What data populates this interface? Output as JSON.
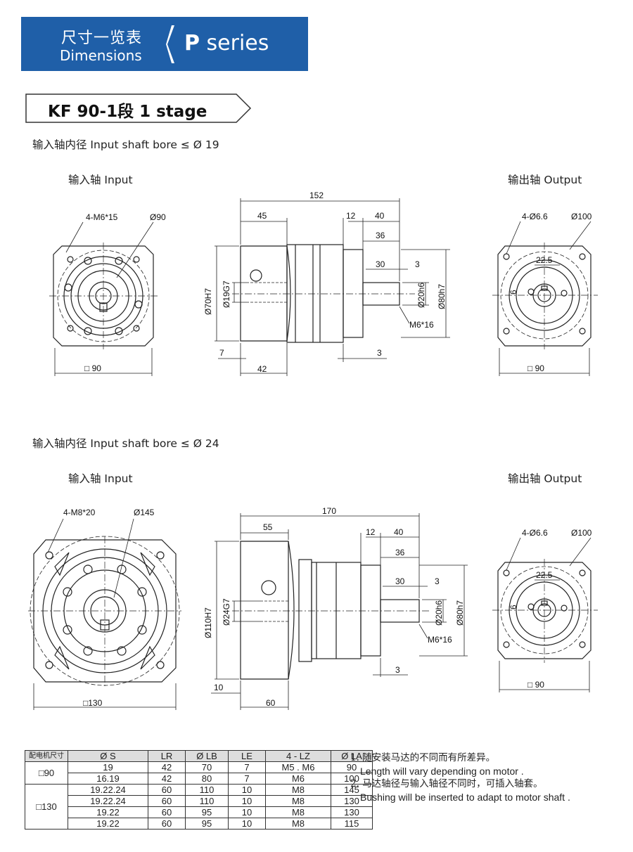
{
  "header": {
    "title_cn": "尺寸一览表",
    "title_en": "Dimensions",
    "series_prefix": "P",
    "series_suffix": " series",
    "color": "#1f5fa8"
  },
  "stage": {
    "label": "KF 90-1段   1 stage"
  },
  "section1": {
    "bore": "输入轴内径 Input shaft bore ≤ Ø 19",
    "input": "输入轴  Input",
    "output": "输出轴  Output",
    "input_view": {
      "thread": "4-M6*15",
      "pcd": "Ø90",
      "square": "□ 90"
    },
    "side": {
      "total": "152",
      "left": "45",
      "d12": "12",
      "d40": "40",
      "d36": "36",
      "d30": "30",
      "d3": "3",
      "d70": "Ø70H7",
      "d19": "Ø19G7",
      "d20": "Ø20h6",
      "d80": "Ø80h7",
      "thread": "M6*16",
      "d7": "7",
      "d42": "42",
      "d3b": "3"
    },
    "output_view": {
      "holes": "4-Ø6.6",
      "pcd": "Ø100",
      "key": "22.5",
      "keyw": "6",
      "square": "□ 90"
    }
  },
  "section2": {
    "bore": "输入轴内径 Input shaft bore ≤ Ø 24",
    "input": "输入轴  Input",
    "output": "输出轴  Output",
    "input_view": {
      "thread": "4-M8*20",
      "pcd": "Ø145",
      "square": "□130"
    },
    "side": {
      "total": "170",
      "left": "55",
      "d12": "12",
      "d40": "40",
      "d36": "36",
      "d30": "30",
      "d3": "3",
      "d110": "Ø110H7",
      "d24": "Ø24G7",
      "d20": "Ø20h6",
      "d80": "Ø80h7",
      "thread": "M6*16",
      "d10": "10",
      "d60": "60",
      "d3b": "3"
    },
    "output_view": {
      "holes": "4-Ø6.6",
      "pcd": "Ø100",
      "key": "22.5",
      "keyw": "6",
      "square": "□ 90"
    }
  },
  "table": {
    "headers": [
      "配电机尺寸",
      "Ø S",
      "LR",
      "Ø LB",
      "LE",
      "4 - LZ",
      "Ø LA"
    ],
    "groups": [
      {
        "motor": "□90",
        "rows": [
          [
            "19",
            "42",
            "70",
            "7",
            "M5 . M6",
            "90"
          ],
          [
            "16.19",
            "42",
            "80",
            "7",
            "M6",
            "100"
          ]
        ]
      },
      {
        "motor": "□130",
        "rows": [
          [
            "19.22.24",
            "60",
            "110",
            "10",
            "M8",
            "145"
          ],
          [
            "19.22.24",
            "60",
            "110",
            "10",
            "M8",
            "130"
          ],
          [
            "19.22",
            "60",
            "95",
            "10",
            "M8",
            "130"
          ],
          [
            "19.22",
            "60",
            "95",
            "10",
            "M8",
            "115"
          ]
        ]
      }
    ]
  },
  "notes": {
    "n1_cn": "1. 随安装马达的不同而有所差异。",
    "n1_en": "Length will vary depending on motor .",
    "n2_cn": "2. 马达轴径与输入轴径不同时，可插入轴套。",
    "n2_en": "Bushing will be inserted to adapt to motor shaft ."
  }
}
